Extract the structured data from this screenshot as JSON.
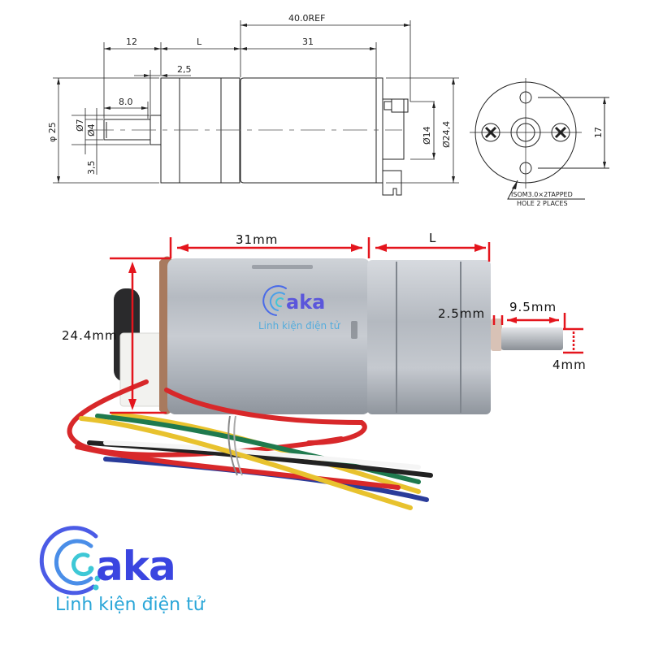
{
  "drawing": {
    "dims": {
      "overall_ref": "40.0REF",
      "motor_len": "31",
      "gearbox_len": "L",
      "shaft_len": "12",
      "collar_len": "2,5",
      "flat_len": "8.0",
      "dia_body": "φ 25",
      "dia_collar": "Ø7",
      "dia_shaft": "Ø4",
      "flat_depth": "3,5",
      "dia_encoder": "Ø14",
      "dia_motor": "Ø24,4",
      "hole_spacing": "17"
    },
    "note_line1": "ISOM3.0×2TAPPED",
    "note_line2": "HOLE 2 PLACES"
  },
  "photo": {
    "labels": {
      "motor_len": "31mm",
      "gearbox_len": "L",
      "diameter": "24.4mm",
      "collar": "2.5mm",
      "shaft_len": "9.5mm",
      "shaft_dia": "4mm"
    },
    "watermark": {
      "brand": "aka",
      "tagline": "Linh kiện điện tử"
    },
    "wire_colors": [
      "#d8282a",
      "#1f7a4e",
      "#e8c22e",
      "#222222",
      "#f5f5f5",
      "#2a3c9a"
    ],
    "annotation_color": "#e4151d"
  },
  "logo": {
    "brand": "aka",
    "tagline": "Linh kiện điện tử",
    "brand_color": "#3a45e0",
    "tagline_color": "#2aa6d8"
  }
}
